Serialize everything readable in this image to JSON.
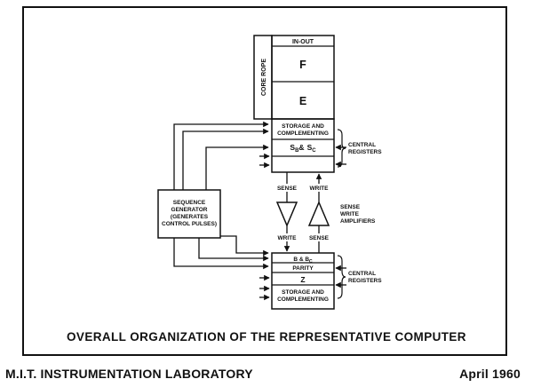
{
  "diagram": {
    "title": "OVERALL ORGANIZATION OF THE REPRESENTATIVE COMPUTER",
    "core_rope": {
      "label": "CORE ROPE",
      "in_out": "IN-OUT",
      "f": "F",
      "e": "E"
    },
    "upper_registers": {
      "storage_line1": "STORAGE AND",
      "storage_line2": "COMPLEMENTING",
      "s_main": "S",
      "s_sub_b": "B",
      "s_amp": "&",
      "s_main2": "S",
      "s_sub_c": "C",
      "group_line1": "CENTRAL",
      "group_line2": "REGISTERS"
    },
    "lower_registers": {
      "b_main": "B & B",
      "b_sub_c": "C",
      "parity": "PARITY",
      "z": "Z",
      "storage_line1": "STORAGE AND",
      "storage_line2": "COMPLEMENTING",
      "group_line1": "CENTRAL",
      "group_line2": "REGISTERS"
    },
    "amplifiers": {
      "sense_top": "SENSE",
      "write_top": "WRITE",
      "write_bottom": "WRITE",
      "sense_bottom": "SENSE",
      "label_line1": "SENSE",
      "label_line2": "WRITE",
      "label_line3": "AMPLIFIERS"
    },
    "sequence_generator": {
      "line1": "SEQUENCE",
      "line2": "GENERATOR",
      "line3": "(GENERATES",
      "line4": "CONTROL PULSES)"
    }
  },
  "footer": {
    "left": "M.I.T. INSTRUMENTATION LABORATORY",
    "right": "April 1960"
  },
  "colors": {
    "ink": "#111111",
    "background": "#ffffff"
  }
}
